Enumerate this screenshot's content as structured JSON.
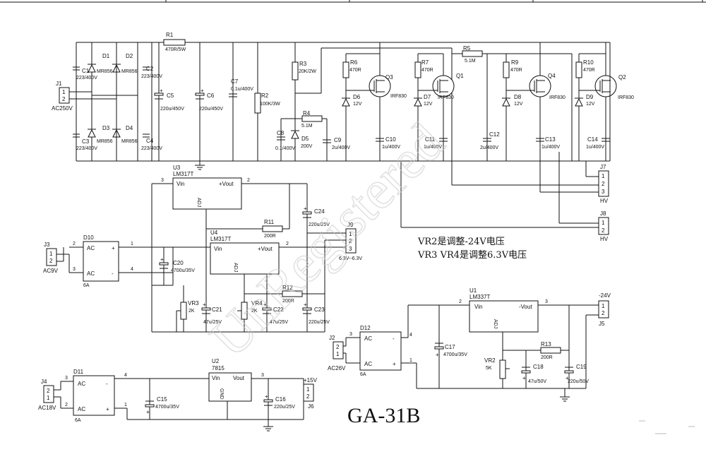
{
  "title": "GA-31B",
  "watermark": "UnRegistered",
  "notes": {
    "line1": "VR2是调整-24V电压",
    "line2": "VR3 VR4是调整6.3V电压"
  },
  "hv_section": {
    "R1": {
      "ref": "R1",
      "value": "470R/5W"
    },
    "D1": {
      "ref": "D1",
      "value": "MR856"
    },
    "D2": {
      "ref": "D2",
      "value": "MR856"
    },
    "D3": {
      "ref": "D3",
      "value": "MR856"
    },
    "D4": {
      "ref": "D4",
      "value": "MR856"
    },
    "C1": {
      "ref": "C1",
      "value": "223/400V"
    },
    "C2": {
      "ref": "C2",
      "value": "223/400V"
    },
    "C3": {
      "ref": "C3",
      "value": "223/400V"
    },
    "C4": {
      "ref": "C4",
      "value": "223/400V"
    },
    "J1": {
      "ref": "J1",
      "value": "AC250V"
    },
    "C5": {
      "ref": "C5",
      "value": "220u/450V"
    },
    "C6": {
      "ref": "C6",
      "value": "220u/450V"
    },
    "C7": {
      "ref": "C7",
      "value": "0.1u/400V"
    },
    "R2": {
      "ref": "R2",
      "value": "100K/3W"
    },
    "R3": {
      "ref": "R3",
      "value": "20K/2W"
    },
    "R4": {
      "ref": "R4",
      "value": "5.1M"
    },
    "C8": {
      "ref": "C8",
      "value": "0.1/400V"
    },
    "D5": {
      "ref": "D5",
      "value": "200V"
    },
    "R5": {
      "ref": "R5",
      "value": "5.1M"
    },
    "R6": {
      "ref": "R6",
      "value": "470R"
    },
    "R7": {
      "ref": "R7",
      "value": "470R"
    },
    "R9": {
      "ref": "R9",
      "value": "470R"
    },
    "R10": {
      "ref": "R10",
      "value": "470R"
    },
    "D6": {
      "ref": "D6",
      "value": "12V"
    },
    "D7": {
      "ref": "D7",
      "value": "12V"
    },
    "D8": {
      "ref": "D8",
      "value": "12V"
    },
    "D9": {
      "ref": "D9",
      "value": "12V"
    },
    "Q1": {
      "ref": "Q1",
      "value": "IRF830"
    },
    "Q2": {
      "ref": "Q2",
      "value": "IRF830"
    },
    "Q3": {
      "ref": "Q3",
      "value": "IRF830"
    },
    "Q4": {
      "ref": "Q4",
      "value": "IRF830"
    },
    "C9": {
      "ref": "C9",
      "value": "2u/400V"
    },
    "C10": {
      "ref": "C10",
      "value": "1u/400V"
    },
    "C11": {
      "ref": "C11",
      "value": "1u/400V"
    },
    "C12": {
      "ref": "C12",
      "value": "2u/400V"
    },
    "C13": {
      "ref": "C13",
      "value": "1u/400V"
    },
    "C14": {
      "ref": "C14",
      "value": "1u/400V"
    },
    "J7": {
      "ref": "J7",
      "value": "HV"
    },
    "J8": {
      "ref": "J8",
      "value": "HV"
    }
  },
  "filament_section": {
    "U3": {
      "ref": "U3",
      "part": "LM317T",
      "vin": "Vin",
      "vout": "+Vout",
      "adj": "ADJ"
    },
    "U4": {
      "ref": "U4",
      "part": "LM317T",
      "vin": "Vin",
      "vout": "+Vout",
      "adj": "ADJ"
    },
    "D10": {
      "ref": "D10",
      "value": "6A",
      "ac": "AC",
      "plus": "+",
      "minus": "-"
    },
    "J3": {
      "ref": "J3",
      "value": "AC9V"
    },
    "C20": {
      "ref": "C20",
      "value": "4700u/35V"
    },
    "C21": {
      "ref": "C21",
      "value": "47u/25V"
    },
    "C22": {
      "ref": "C22",
      "value": "47u/25V"
    },
    "C23": {
      "ref": "C23",
      "value": "220u/25V"
    },
    "C24": {
      "ref": "C24",
      "value": "220u/25V"
    },
    "R11": {
      "ref": "R11",
      "value": "200R"
    },
    "R12": {
      "ref": "R12",
      "value": "200R"
    },
    "VR3": {
      "ref": "VR3",
      "value": "2K"
    },
    "VR4": {
      "ref": "VR4",
      "value": "2K"
    },
    "J9": {
      "ref": "J9",
      "value": "6.3V--6.3V"
    }
  },
  "bias_section": {
    "U1": {
      "ref": "U1",
      "part": "LM337T",
      "vin": "Vin",
      "vout": "-Vout",
      "adj": "ADJ"
    },
    "D12": {
      "ref": "D12",
      "value": "6A",
      "ac": "AC",
      "plus": "+",
      "minus": "-"
    },
    "J2": {
      "ref": "J2",
      "value": "AC26V"
    },
    "C17": {
      "ref": "C17",
      "value": "4700u/35V"
    },
    "C18": {
      "ref": "C18",
      "value": "47u/50V"
    },
    "C19": {
      "ref": "C19",
      "value": "220u/50V"
    },
    "R13": {
      "ref": "R13",
      "value": "200R"
    },
    "VR2": {
      "ref": "VR2",
      "value": "5K"
    },
    "J5": {
      "ref": "J5",
      "value": "-24V"
    }
  },
  "v15_section": {
    "U2": {
      "ref": "U2",
      "part": "7815",
      "vin": "Vin",
      "vout": "Vout",
      "gnd": "GND"
    },
    "D11": {
      "ref": "D11",
      "value": "6A",
      "ac": "AC",
      "plus": "+",
      "minus": "-"
    },
    "J4": {
      "ref": "J4",
      "value": "AC18V"
    },
    "C15": {
      "ref": "C15",
      "value": "4700u/35V"
    },
    "C16": {
      "ref": "C16",
      "value": "220u/25V"
    },
    "J6": {
      "ref": "J6",
      "value": "+15V"
    }
  }
}
